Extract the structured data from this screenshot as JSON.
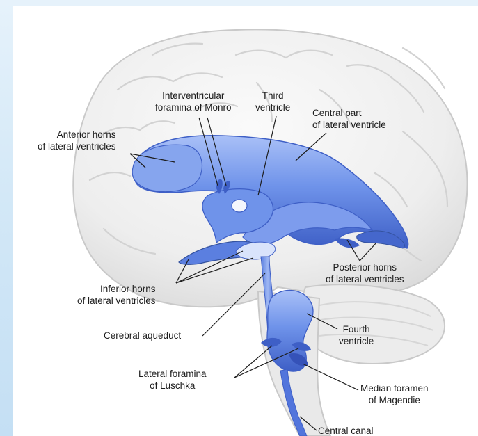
{
  "labels": {
    "interventricular": [
      "Interventricular",
      "foramina of Monro"
    ],
    "third": [
      "Third",
      "ventricle"
    ],
    "central_part": [
      "Central part",
      "of lateral ventricle"
    ],
    "anterior": [
      "Anterior horns",
      "of lateral ventricles"
    ],
    "posterior": [
      "Posterior horns",
      "of lateral ventricles"
    ],
    "inferior": [
      "Inferior horns",
      "of lateral ventricles"
    ],
    "aqueduct": [
      "Cerebral aqueduct"
    ],
    "fourth": [
      "Fourth",
      "ventricle"
    ],
    "luschka": [
      "Lateral foramina",
      "of Luschka"
    ],
    "magendie": [
      "Median foramen",
      "of Magendie"
    ],
    "central_canal": [
      "Central canal"
    ]
  },
  "colors": {
    "background": "#d3e8f7",
    "brain": "#f1f1f1",
    "brain_outline": "#c9c9c9",
    "ventricle": "#6b8fe6",
    "ventricle_dark": "#3f5fc7",
    "leader_line": "#1c1c1c"
  }
}
